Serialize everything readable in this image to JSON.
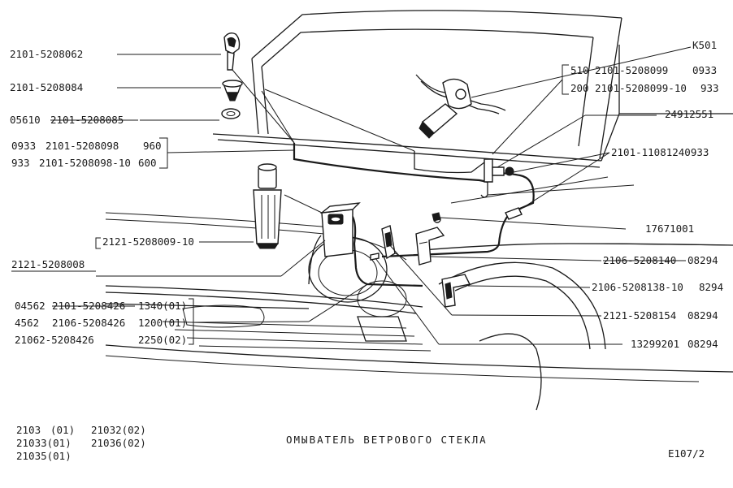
{
  "labels": {
    "nozzle": "2101-5208062",
    "nozzle_body": "2101-5208084",
    "washer_a": "05610",
    "washer_b": "2101-5208085",
    "hose_a1": "0933",
    "hose_a2": "2101-5208098",
    "hose_a3": "960",
    "hose_b1": "933",
    "hose_b2": "2101-5208098-10",
    "hose_b3": "600",
    "pump": "2121-5208009-10",
    "reservoir": "2121-5208008",
    "tube_a1": "04562",
    "tube_a2": "2101-5208426",
    "tube_a3": "1340(01)",
    "tube_b1": "4562",
    "tube_b2": "2106-5208426",
    "tube_b3": "1200(01)",
    "tube_c1": "21062-5208426",
    "tube_c2": "2250(02)",
    "switch_code": "K501",
    "switch_a1": "510",
    "switch_a2": "2101-5208099",
    "switch_a3": "0933",
    "switch_b1": "200",
    "switch_b2": "2101-5208099-10",
    "switch_b3": "933",
    "tee": "24912551",
    "hose_clamp": "2101-11081240933",
    "clip": "17671001",
    "bracket_a1": "2106-5208140",
    "bracket_a2": "08294",
    "bracket_b1": "2106-5208138-10",
    "bracket_b2": "8294",
    "bracket_c1": "2121-5208154",
    "bracket_c2": "08294",
    "screw1": "13299201",
    "screw2": "08294"
  },
  "models": {
    "m1a": "2103",
    "m1b": "(01)",
    "m1c": "21032(02)",
    "m2a": "21033(01)",
    "m2b": "21036(02)",
    "m3a": "21035(01)"
  },
  "caption": "ОМЫВАТЕЛЬ ВЕТРОВОГО СТЕКЛА",
  "page_code": "E107/2"
}
